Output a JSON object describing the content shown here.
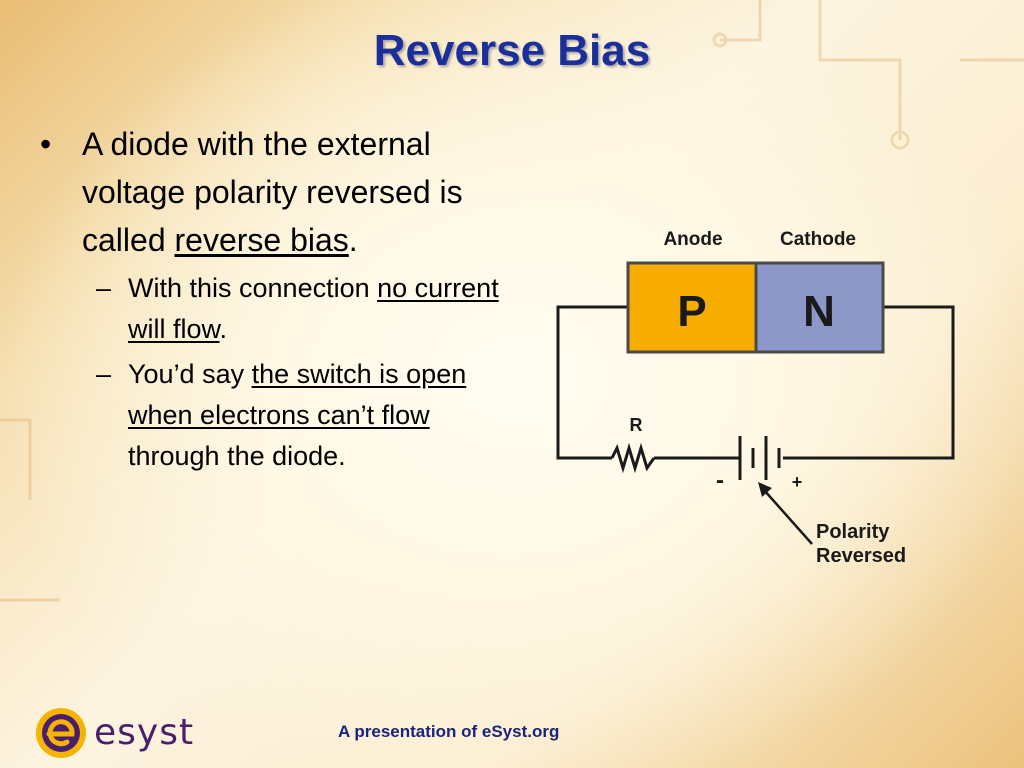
{
  "slide": {
    "title": "Reverse Bias",
    "bullet1": {
      "mark": "•",
      "text_before": "A diode with the external voltage polarity reversed is called ",
      "underlined": "reverse bias",
      "text_after": "."
    },
    "sub1": {
      "mark": "–",
      "text_before": "With this connection ",
      "underlined": "no current will flow",
      "text_after": "."
    },
    "sub2": {
      "mark": "–",
      "text_before": "You’d say ",
      "underlined": "the switch is open when electrons can’t flow",
      "text_after": " through the diode."
    }
  },
  "diagram": {
    "anode_label": "Anode",
    "cathode_label": "Cathode",
    "p_label": "P",
    "n_label": "N",
    "resistor_label": "R",
    "minus_label": "-",
    "plus_label": "+",
    "callout_line1": "Polarity",
    "callout_line2": "Reversed",
    "colors": {
      "p_region": "#f7ad00",
      "n_region": "#8e98c8",
      "wire": "#1a1a1a"
    }
  },
  "footer": {
    "text": "A presentation of eSyst.org",
    "logo_text": "esyst"
  }
}
